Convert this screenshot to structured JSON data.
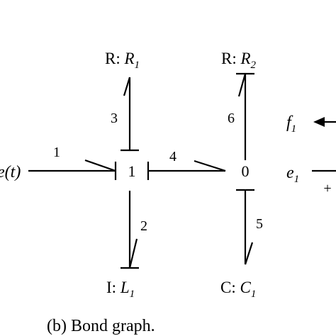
{
  "nodes": {
    "source": {
      "prefix": "",
      "symbol": "e(t)"
    },
    "junction_1": {
      "label": "1"
    },
    "junction_0": {
      "label": "0"
    },
    "r1": {
      "prefix": "R: ",
      "symbol": "R",
      "subscript": "1"
    },
    "r2": {
      "prefix": "R: ",
      "symbol": "R",
      "subscript": "2"
    },
    "l1": {
      "prefix": "I: ",
      "symbol": "L",
      "subscript": "1"
    },
    "c1": {
      "prefix": "C: ",
      "symbol": "C",
      "subscript": "1"
    }
  },
  "bonds": [
    "1",
    "2",
    "3",
    "4",
    "5",
    "6"
  ],
  "legend": {
    "flow": {
      "symbol": "f",
      "subscript": "1"
    },
    "effort": {
      "symbol": "e",
      "subscript": "1"
    },
    "plus": "+"
  },
  "caption": "(b) Bond graph."
}
